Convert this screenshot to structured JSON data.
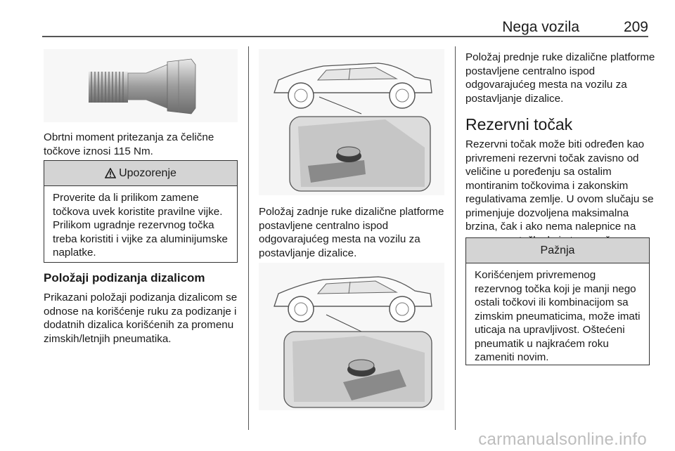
{
  "header": {
    "section_title": "Nega vozila",
    "page_number": "209"
  },
  "col1": {
    "caption": "Obrtni moment pritezanja za čelične točkove iznosi 115 Nm.",
    "warning": {
      "icon": "warning-triangle-icon",
      "title": "Upozorenje",
      "text": "Proverite da li prilikom zamene točkova uvek koristite pravilne vijke. Prilikom ugradnje rezervnog točka treba koristiti i vijke za aluminijumske naplatke."
    },
    "heading": "Položaji podizanja dizalicom",
    "paragraph": "Prikazani položaji podizanja dizalicom se odnose na korišćenje ruku za podizanje i dodatnih dizalica korišćenih za promenu zimskih/letnjih pneumatika."
  },
  "col2": {
    "caption": "Položaj zadnje ruke dizalične platforme postavljene centralno ispod odgovarajućeg mesta na vozilu za postavljanje dizalice."
  },
  "col3": {
    "caption": "Položaj prednje ruke dizalične platforme postavljene centralno ispod odgovarajućeg mesta na vozilu za postavljanje dizalice.",
    "heading": "Rezervni točak",
    "paragraph": "Rezervni točak može biti određen kao privremeni rezervni točak zavisno od veličine u poređenju sa ostalim montiranim točkovima i zakonskim regulativama zemlje. U ovom slučaju se primenjuje dozvoljena maksimalna brzina, čak i ako nema nalepnice na rezervnom točku koja to označava.",
    "notice": {
      "title": "Pažnja",
      "text": "Korišćenjem privremenog rezervnog točka koji je manji nego ostali točkovi ili kombinacijom sa zimskim pneumaticima, može imati uticaja na upravljivost. Oštećeni pneumatik u najkraćem roku zameniti novim."
    }
  },
  "watermark": "carmanualsonline.info"
}
